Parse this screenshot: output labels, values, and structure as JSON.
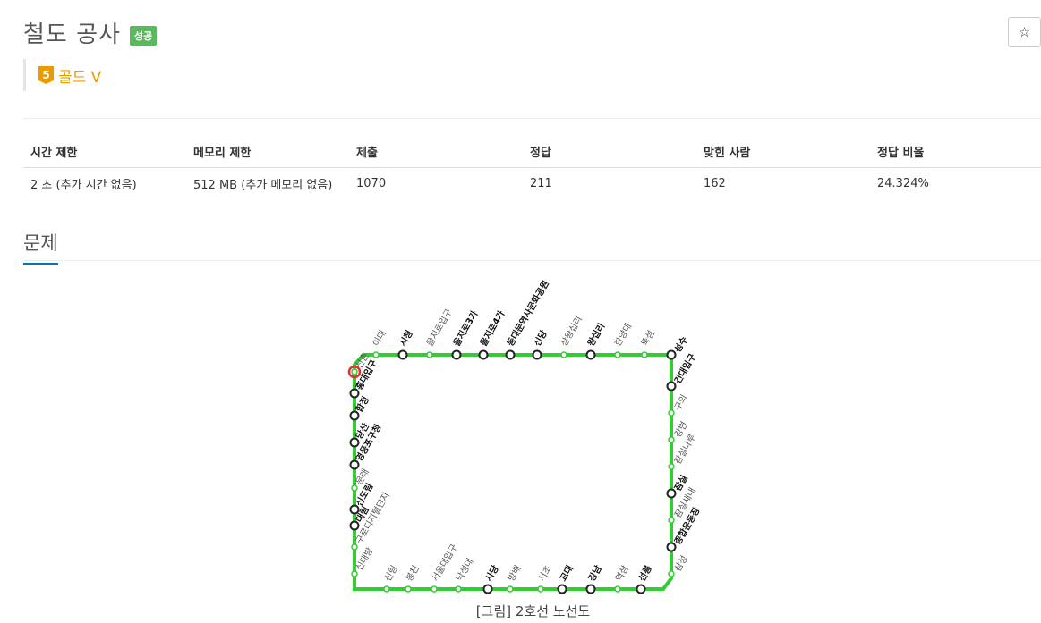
{
  "problem": {
    "title": "철도 공사",
    "status_badge": "성공",
    "tier_level": "5",
    "tier_name": "골드 V",
    "star": "☆"
  },
  "info_table": {
    "headers": [
      "시간 제한",
      "메모리 제한",
      "제출",
      "정답",
      "맞힌 사람",
      "정답 비율"
    ],
    "values": [
      "2 초 (추가 시간 없음)",
      "512 MB (추가 메모리 없음)",
      "1070",
      "211",
      "162",
      "24.324%"
    ]
  },
  "section": {
    "title": "문제"
  },
  "figure": {
    "caption": "[그림] 2호선 노선도",
    "stations": [
      "시청",
      "을지로입구",
      "을지로3가",
      "을지로4가",
      "동대문역사문화공원",
      "신당",
      "상왕십리",
      "왕십리",
      "한양대",
      "뚝섬",
      "성수",
      "건대입구",
      "구의",
      "강변",
      "잠실나루",
      "잠실",
      "잠실새내",
      "종합운동장",
      "삼성",
      "선릉",
      "역삼",
      "강남",
      "교대",
      "서초",
      "방배",
      "사당",
      "낙성대",
      "서울대입구",
      "봉천",
      "신림",
      "신대방",
      "구로디지털단지",
      "대림",
      "신도림",
      "문래",
      "영등포구청",
      "당산",
      "합정",
      "홍대입구",
      "신촌",
      "이대",
      "아현",
      "충정로"
    ],
    "colors": {
      "line2": "#33cc33",
      "accent": "#0076c0",
      "badge": "#5cb85c",
      "tier": "#ec9a00"
    }
  }
}
